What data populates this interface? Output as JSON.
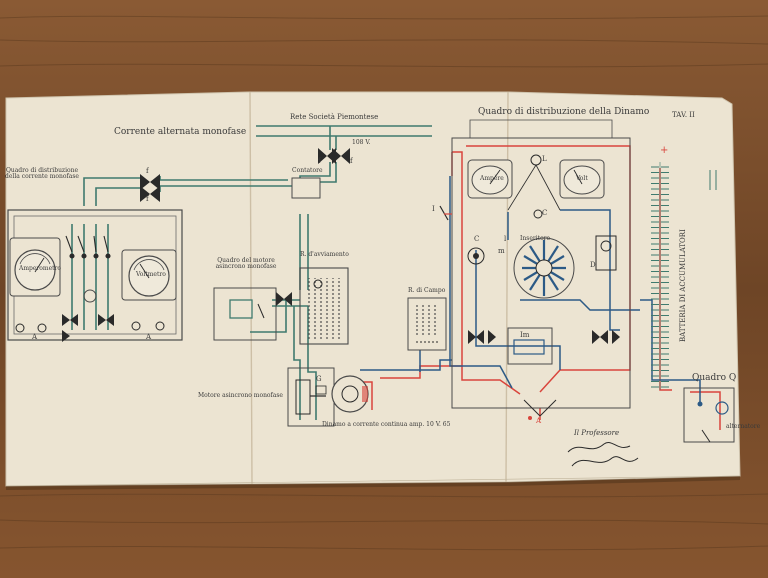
{
  "plate": "TAV. II",
  "titles": {
    "left": "Corrente alternata monofase",
    "center": "Rete Società Piemontese",
    "right": "Quadro di distribuzione della Dinamo"
  },
  "labels": {
    "voltage_108": "108 V.",
    "contatore": "Contatore",
    "quadro_distribuzione": "Quadro di distribuzione della corrente monofase",
    "quadro_motore": "Quadro del motore asincrono monofase",
    "r_avviamento": "R. d'avviamento",
    "r_campo": "R. di Campo",
    "motore_asincrono": "Motore asincrono monofase",
    "dinamo": "Dinamo a corrente continua amp. 10 V. 65",
    "ampere": "Ampère",
    "volt": "Volt",
    "inseritore": "Inseritore",
    "batteria": "BATTERIA DI ACCUMULATORI",
    "quadro_q": "Quadro Q",
    "alternatore": "alternatore",
    "amperometro": "Amperometro",
    "voltmetro": "Voltmetro",
    "plus": "+",
    "minus": "−",
    "signature": "Il Professore"
  },
  "terminal_letters": {
    "f1": "f",
    "f2": "f",
    "f3": "f",
    "f4": "f",
    "A1": "A",
    "A2": "A",
    "A3": "A",
    "G": "G",
    "L": "L",
    "C1": "C",
    "C2": "C",
    "l": "l",
    "m": "m",
    "Im": "Im",
    "D": "D",
    "I": "I"
  },
  "colors": {
    "wood": "#7a4f2c",
    "paper": "#ece4d2",
    "green_wire": "#3f7a6e",
    "red_wire": "#d9453c",
    "blue_wire": "#2c5a86",
    "ink": "#3a3a3a"
  }
}
